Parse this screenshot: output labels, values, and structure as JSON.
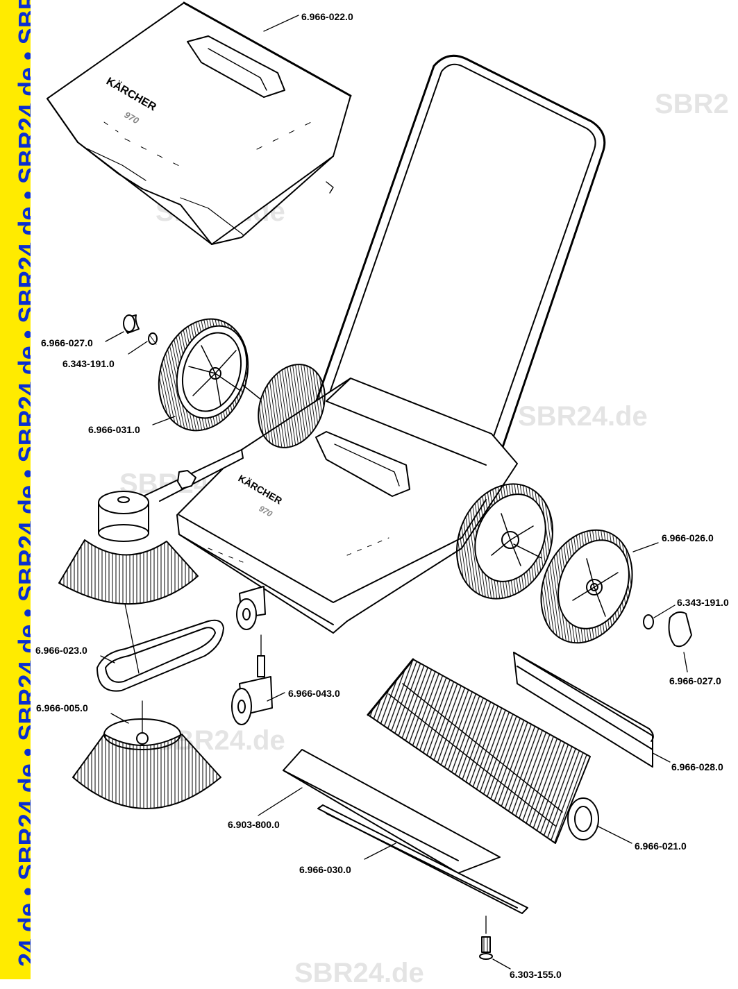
{
  "stripe_text": "24.de • SBR24.de • SBR24.de • SBR24.de • SBR24.de • SBR24.de • SBR24.de • SBR",
  "brand": "KÄRCHER",
  "model": "970",
  "watermarks": [
    "SBR2",
    "SBR24.de",
    "SBR24.de",
    "SBR24.de",
    "SBR24.de",
    "SBR24.de"
  ],
  "part_labels": {
    "hopper_lid": "6.966-022.0",
    "bushing_left": "6.966-027.0",
    "clip_left": "6.343-191.0",
    "wheel_left": "6.966-031.0",
    "wheel_right": "6.966-026.0",
    "clip_right": "6.343-191.0",
    "bushing_right": "6.966-027.0",
    "drive_belt": "6.966-023.0",
    "caster_wheel": "6.966-043.0",
    "side_brush": "6.966-005.0",
    "sealing_strip": "6.966-028.0",
    "roller_brush": "6.966-021.0",
    "deflector": "6.903-800.0",
    "flap_strip": "6.966-030.0",
    "screw": "6.303-155.0"
  },
  "colors": {
    "stripe": "#ffeb00",
    "stripe_text": "#0a2ed0",
    "watermark": "#e4e4e4",
    "line": "#000000"
  }
}
